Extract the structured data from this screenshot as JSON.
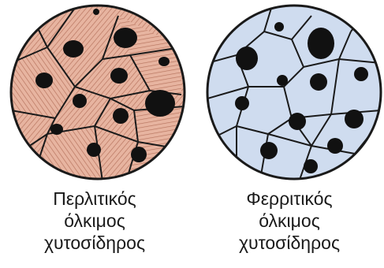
{
  "panels": [
    {
      "name": "pearlitic",
      "fill": "#e7b4a0",
      "stripe": "#b87560",
      "caption": [
        "Περλιτικός",
        "όλκιμος",
        "χυτοσίδηρος"
      ]
    },
    {
      "name": "ferritic",
      "fill": "#cfdcef",
      "caption": [
        "Φερριτικός",
        "όλκιμος",
        "χυτοσίδηρος"
      ]
    }
  ],
  "colors": {
    "outline": "#1a1a1a",
    "nodule": "#111111",
    "background": "#ffffff"
  }
}
